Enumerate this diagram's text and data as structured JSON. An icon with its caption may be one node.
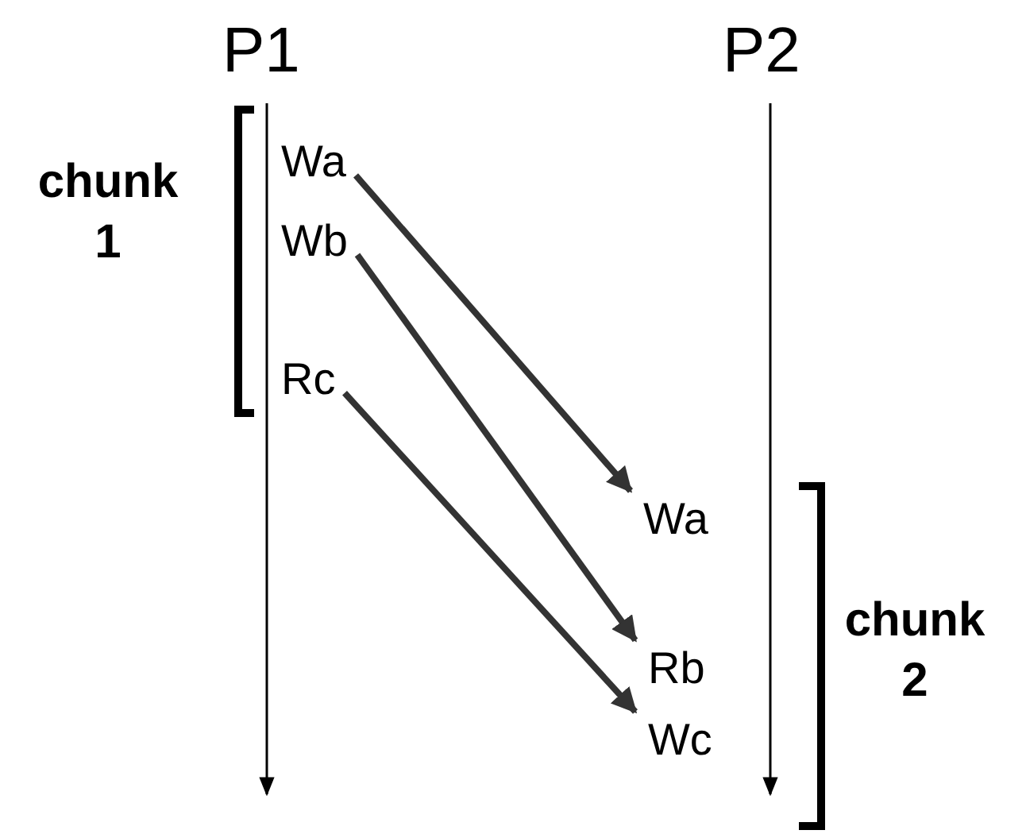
{
  "diagram": {
    "nodes": [
      {
        "text": [
          "P1"
        ]
      },
      {
        "text": [
          "P2"
        ]
      },
      {
        "text": [
          "Wa"
        ]
      },
      {
        "text": [
          "Wb"
        ]
      },
      {
        "text": [
          "Rc"
        ]
      },
      {
        "text": [
          "Wa"
        ]
      },
      {
        "text": [
          "Rb"
        ]
      },
      {
        "text": [
          "Wc"
        ]
      }
    ],
    "edges": [
      {
        "from": 2,
        "to": 5,
        "arrow": "to"
      },
      {
        "from": 3,
        "to": 6,
        "arrow": "to"
      },
      {
        "from": 4,
        "to": 7,
        "arrow": "to"
      }
    ],
    "labels": [
      "chunk 1",
      "chunk 2"
    ]
  }
}
